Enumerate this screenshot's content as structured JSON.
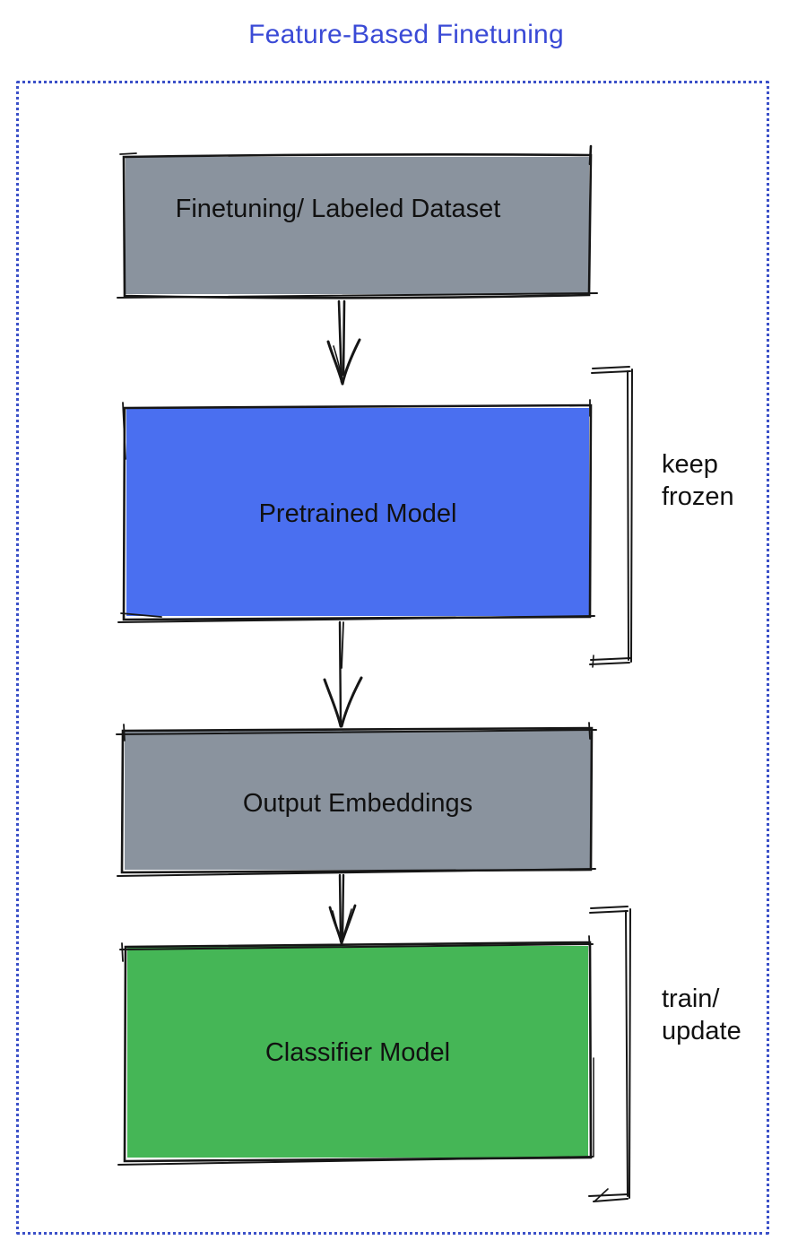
{
  "title": {
    "text": "Feature-Based Finetuning",
    "color": "#3a4ad6"
  },
  "frame": {
    "border_color": "#3b50c8",
    "style": "dotted"
  },
  "nodes": [
    {
      "id": "finetuning-dataset",
      "label": "Finetuning/ Labeled Dataset",
      "fill": "#8A939E"
    },
    {
      "id": "pretrained-model",
      "label": "Pretrained Model",
      "fill": "#4A6FF0"
    },
    {
      "id": "output-embeddings",
      "label": "Output Embeddings",
      "fill": "#8A939E"
    },
    {
      "id": "classifier-model",
      "label": "Classifier Model",
      "fill": "#45B656"
    }
  ],
  "edges": [
    {
      "from": "finetuning-dataset",
      "to": "pretrained-model"
    },
    {
      "from": "pretrained-model",
      "to": "output-embeddings"
    },
    {
      "from": "output-embeddings",
      "to": "classifier-model"
    }
  ],
  "annotations": [
    {
      "id": "keep-frozen",
      "target": "pretrained-model",
      "lines": [
        "keep",
        "frozen"
      ]
    },
    {
      "id": "train-update",
      "target": "classifier-model",
      "lines": [
        "train/",
        "update"
      ]
    }
  ],
  "stroke_color": "#161616"
}
